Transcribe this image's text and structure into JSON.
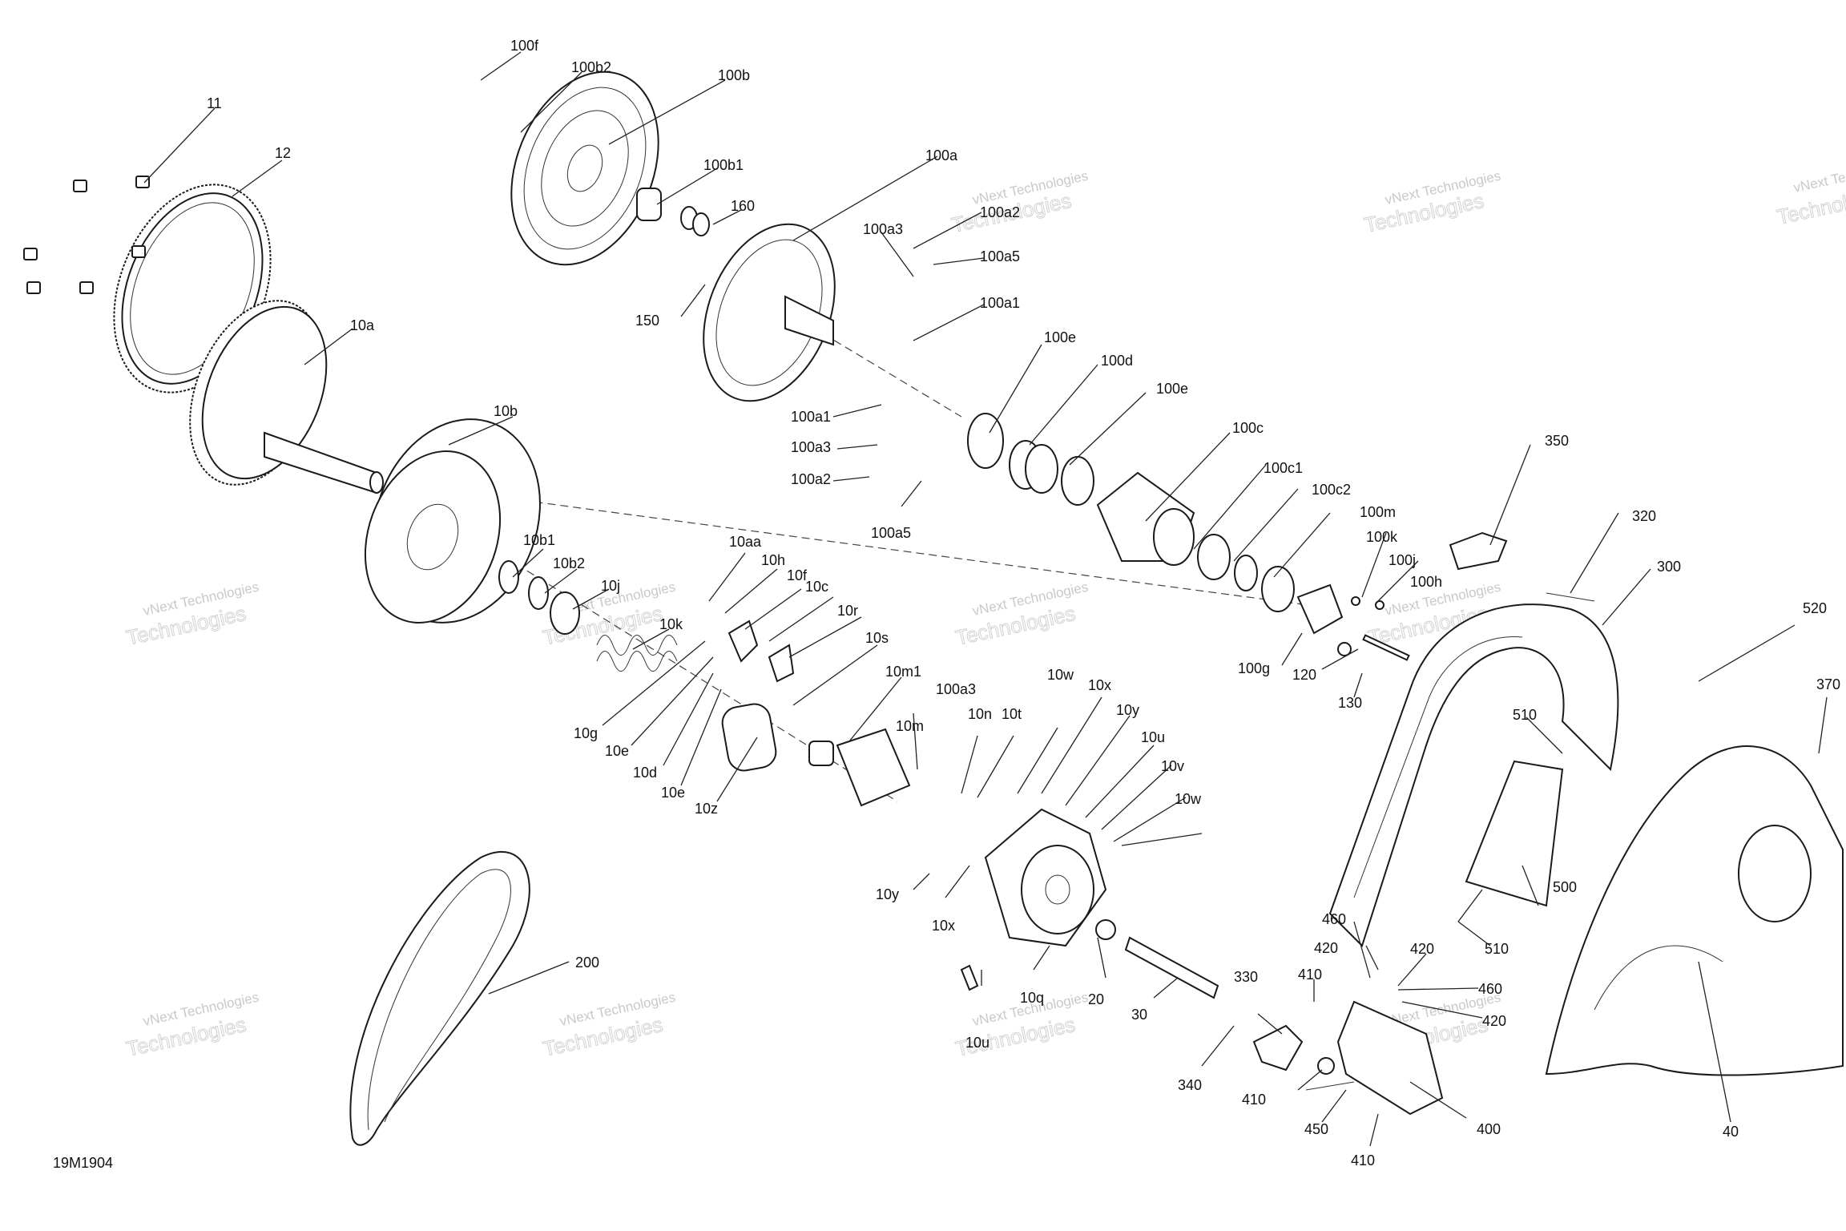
{
  "figure_code": "19M1904",
  "watermark": {
    "line1": "vNext Technologies",
    "line2": "Technologies"
  },
  "callouts": [
    "11",
    "12",
    "10a",
    "100f",
    "100b2",
    "100b",
    "100b1",
    "160",
    "150",
    "100a",
    "100a3",
    "100a2",
    "100a5",
    "100a1",
    "100e",
    "100d",
    "100e",
    "100a1",
    "100a3",
    "100a2",
    "100a5",
    "100c",
    "100c1",
    "100c2",
    "100m",
    "100k",
    "100j",
    "100h",
    "100g",
    "120",
    "130",
    "350",
    "320",
    "300",
    "520",
    "370",
    "510",
    "500",
    "510",
    "10b",
    "10b1",
    "10b2",
    "10j",
    "10k",
    "10aa",
    "10h",
    "10f",
    "10c",
    "10r",
    "10s",
    "10m1",
    "10m",
    "10g",
    "10e",
    "10d",
    "10e",
    "10z",
    "100a3",
    "10n",
    "10t",
    "10w",
    "10x",
    "10y",
    "10u",
    "10v",
    "10w",
    "10y",
    "10x",
    "10q",
    "20",
    "30",
    "10u",
    "200",
    "460",
    "420",
    "420",
    "460",
    "410",
    "420",
    "330",
    "340",
    "410",
    "450",
    "400",
    "410",
    "40"
  ]
}
